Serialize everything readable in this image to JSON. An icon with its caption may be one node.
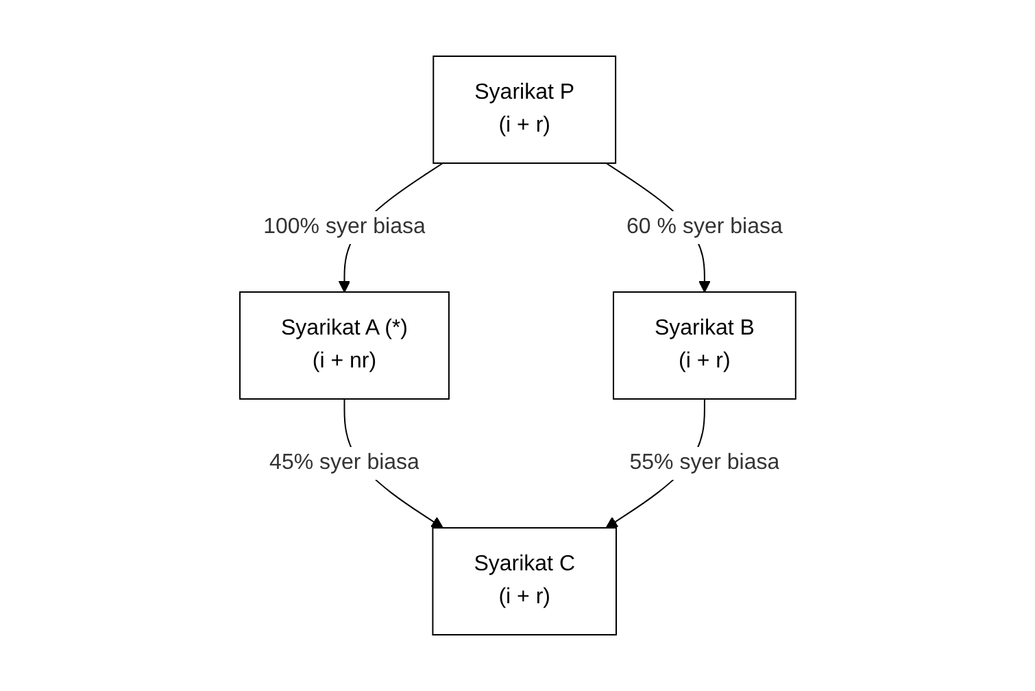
{
  "diagram": {
    "nodes": [
      {
        "text": [
          "Syarikat P",
          "(i + r)"
        ]
      },
      {
        "text": [
          "Syarikat A (*)",
          "(i + nr)"
        ]
      },
      {
        "text": [
          "Syarikat B",
          "(i + r)"
        ]
      },
      {
        "text": [
          "Syarikat C",
          "(i + r)"
        ]
      }
    ],
    "edges": [
      {
        "from": 0,
        "to": 1,
        "arrow": "to",
        "label": "100% syer biasa"
      },
      {
        "from": 0,
        "to": 2,
        "arrow": "to",
        "label": "60 % syer biasa"
      },
      {
        "from": 1,
        "to": 3,
        "arrow": "to",
        "label": "45% syer biasa"
      },
      {
        "from": 2,
        "to": 3,
        "arrow": "to",
        "label": "55% syer biasa"
      }
    ]
  }
}
